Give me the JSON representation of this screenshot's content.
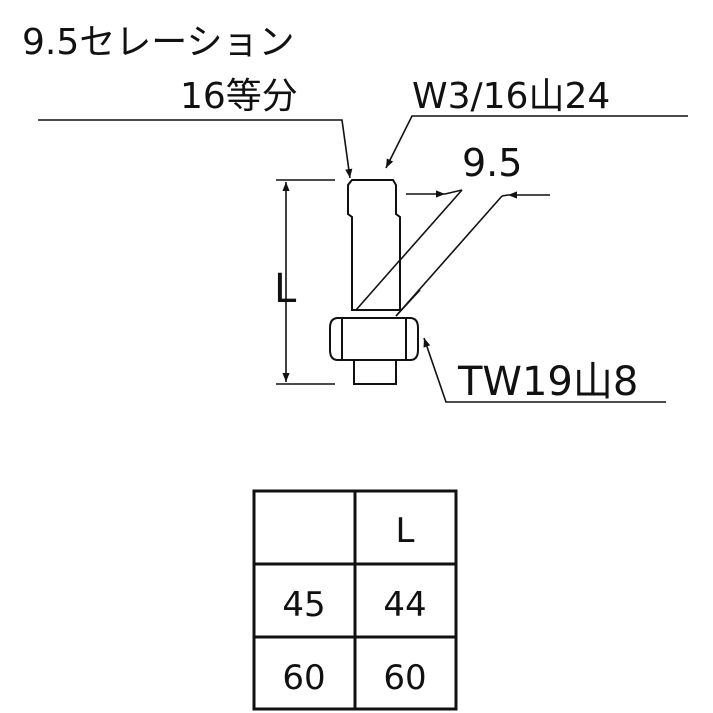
{
  "diagram": {
    "labels": {
      "serration_line1": "9.5セレーション",
      "serration_line2": "16等分",
      "top_thread": "W3/16山24",
      "diameter": "9.5",
      "length": "L",
      "bottom_thread": "TW19山8"
    },
    "colors": {
      "line": "#111111",
      "background": "#ffffff"
    }
  },
  "table": {
    "header": [
      "",
      "L"
    ],
    "rows": [
      [
        "45",
        "44"
      ],
      [
        "60",
        "60"
      ]
    ]
  }
}
